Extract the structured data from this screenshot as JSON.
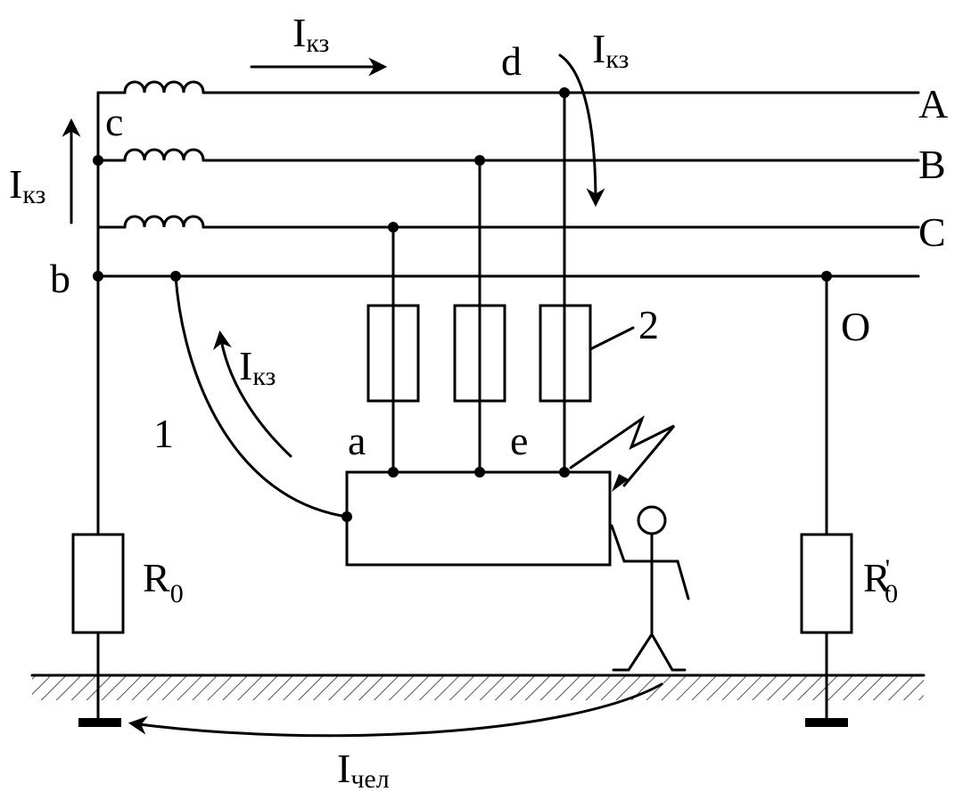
{
  "nodes": {
    "c": "c",
    "d": "d",
    "b": "b",
    "a": "a",
    "e": "e",
    "o": "O"
  },
  "phases": {
    "a": "A",
    "b": "B",
    "c": "C"
  },
  "callouts": {
    "one": "1",
    "two": "2"
  },
  "currents": {
    "fault_main": "I",
    "fault_sub": "кз",
    "person_main": "I",
    "person_sub": "чел"
  },
  "resistors": {
    "r0_main": "R",
    "r0_sub": "0",
    "r0p_main": "R",
    "r0p_prime": "'",
    "r0p_sub": "0"
  }
}
